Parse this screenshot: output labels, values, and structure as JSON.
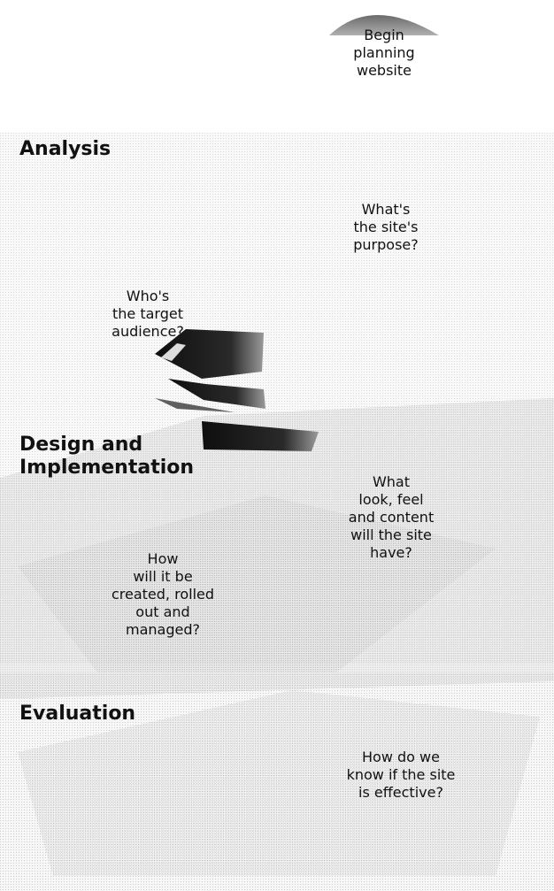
{
  "start": {
    "text": "Begin\nplanning\nwebsite"
  },
  "phases": [
    {
      "title": "Analysis",
      "questions": [
        "What's\nthe site's\npurpose?",
        "Who's\nthe target\naudience?"
      ]
    },
    {
      "title": "Design and\nImplementation",
      "questions": [
        "What\nlook, feel\nand content\nwill the site\nhave?",
        "How\nwill it be\ncreated, rolled\nout and\nmanaged?"
      ]
    },
    {
      "title": "Evaluation",
      "questions": [
        "How do we\nknow if the site\nis effective?"
      ]
    }
  ],
  "colors": {
    "halftone_light": "#e6e6e6",
    "halftone_mid": "#c9c9c9",
    "dark_ribbon": "#1a1a1a",
    "text": "#111111"
  }
}
